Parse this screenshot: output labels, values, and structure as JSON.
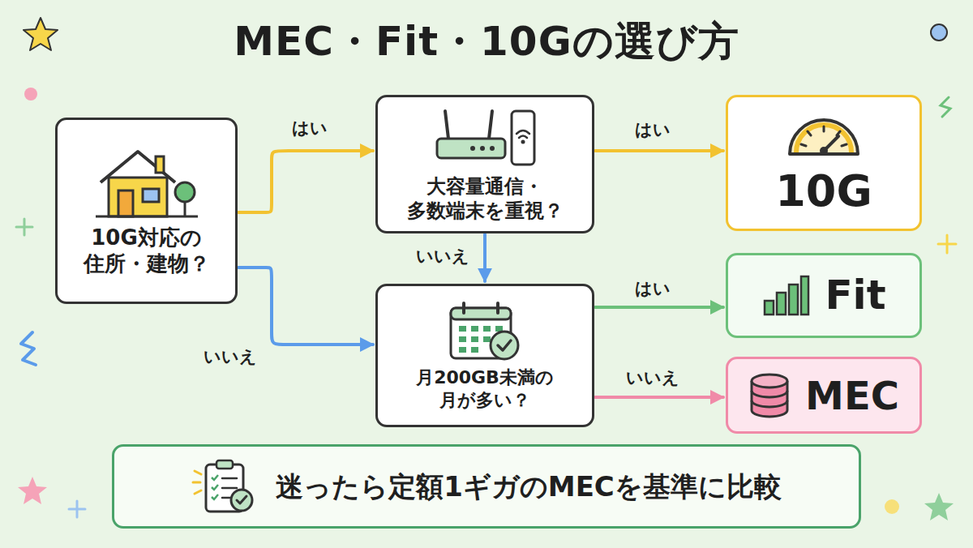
{
  "diagram": {
    "title": "MEC・Fit・10Gの選び方",
    "nodes": [
      {
        "text": [
          "10G対応の 住所・建物？"
        ]
      },
      {
        "text": [
          "大容量通信・ 多数端末を重視？"
        ]
      },
      {
        "text": [
          "10G"
        ]
      },
      {
        "text": [
          "月200GB未満の 月が多い？"
        ]
      },
      {
        "text": [
          "Fit"
        ]
      },
      {
        "text": [
          "MEC"
        ]
      },
      {
        "text": [
          "迷ったら定額1ギガのMECを基準に比較"
        ]
      }
    ],
    "edges": [
      {
        "from": 0,
        "to": 1,
        "arrow": "to",
        "label": "はい"
      },
      {
        "from": 1,
        "to": 2,
        "arrow": "to",
        "label": "はい"
      },
      {
        "from": 1,
        "to": 3,
        "arrow": "to",
        "label": "いいえ"
      },
      {
        "from": 0,
        "to": 3,
        "arrow": "to",
        "label": "いいえ"
      },
      {
        "from": 3,
        "to": 4,
        "arrow": "to",
        "label": "はい"
      },
      {
        "from": 3,
        "to": 5,
        "arrow": "to",
        "label": "いいえ"
      }
    ]
  }
}
